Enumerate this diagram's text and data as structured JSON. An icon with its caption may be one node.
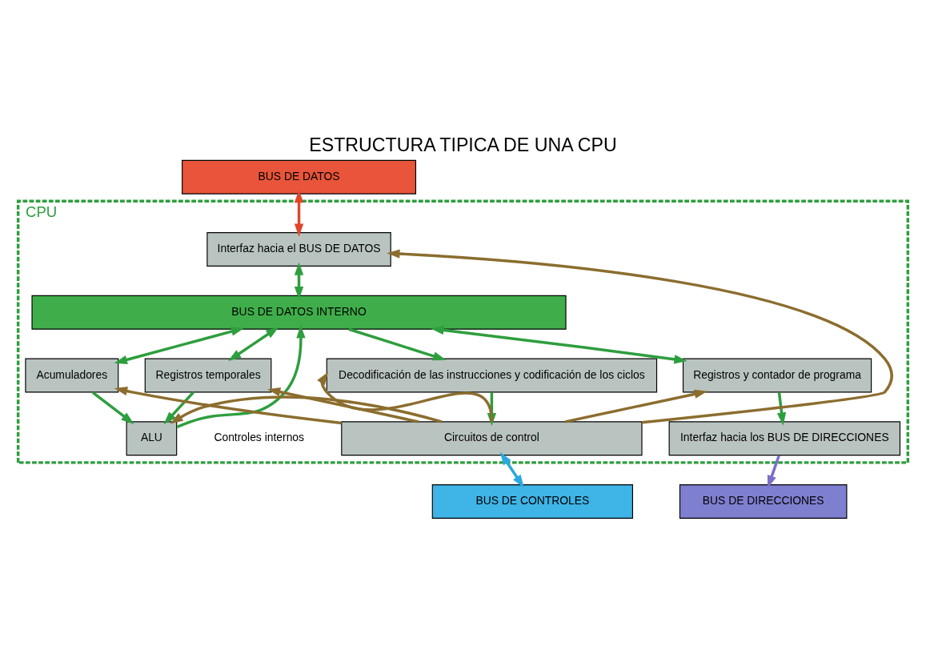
{
  "diagram": {
    "title": "ESTRUCTURA TIPICA DE UNA CPU",
    "nodes": [
      {
        "text": [
          "BUS DE DATOS"
        ]
      },
      {
        "text": [
          "CPU"
        ]
      },
      {
        "text": [
          "Interfaz hacia el BUS DE DATOS"
        ],
        "in": 1
      },
      {
        "text": [
          "BUS DE DATOS INTERNO"
        ],
        "in": 1
      },
      {
        "text": [
          "Acumuladores"
        ],
        "in": 1
      },
      {
        "text": [
          "Registros temporales"
        ],
        "in": 1
      },
      {
        "text": [
          "ALU"
        ],
        "in": 1
      },
      {
        "text": [
          "Decodificación de las instrucciones y codificación de los ciclos"
        ],
        "in": 1
      },
      {
        "text": [
          "Registros y contador de programa"
        ],
        "in": 1
      },
      {
        "text": [
          "Interfaz hacia los BUS DE DIRECCIONES"
        ],
        "in": 1
      },
      {
        "text": [
          "Circuitos de control"
        ],
        "in": 1
      },
      {
        "text": [
          "BUS DE CONTROLES"
        ]
      },
      {
        "text": [
          "BUS DE DIRECCIONES"
        ]
      }
    ],
    "edges": [
      {
        "from": 0,
        "to": 2,
        "arrow": "both",
        "color": "#e0452a"
      },
      {
        "from": 2,
        "to": 3,
        "arrow": "both"
      },
      {
        "from": 10,
        "to": 2,
        "arrow": "to",
        "color": "#8b6d2e"
      },
      {
        "from": 3,
        "to": 4,
        "arrow": "both"
      },
      {
        "from": 3,
        "to": 5,
        "arrow": "both"
      },
      {
        "from": 6,
        "to": 3,
        "arrow": "to"
      },
      {
        "from": 3,
        "to": 7,
        "arrow": "to"
      },
      {
        "from": 3,
        "to": 8,
        "arrow": "both"
      },
      {
        "from": 10,
        "to": 7,
        "arrow": "to",
        "color": "#8b6d2e"
      },
      {
        "from": 10,
        "to": 8,
        "arrow": "to",
        "color": "#8b6d2e"
      },
      {
        "from": 5,
        "to": 6,
        "arrow": "to"
      },
      {
        "from": 4,
        "to": 6,
        "arrow": "to"
      },
      {
        "from": 10,
        "to": 4,
        "arrow": "to",
        "color": "#8b6d2e"
      },
      {
        "from": 10,
        "to": 5,
        "arrow": "to",
        "color": "#8b6d2e"
      },
      {
        "from": 10,
        "to": 6,
        "arrow": "to",
        "color": "#8b6d2e"
      },
      {
        "from": 7,
        "to": 10,
        "arrow": "to"
      },
      {
        "from": 8,
        "to": 9,
        "arrow": "to"
      },
      {
        "from": 10,
        "to": 11,
        "arrow": "both",
        "color": "#2aa8e0"
      },
      {
        "from": 9,
        "to": 12,
        "arrow": "to",
        "color": "#7b6fc8"
      }
    ],
    "labels": [
      "Controles internos"
    ]
  }
}
